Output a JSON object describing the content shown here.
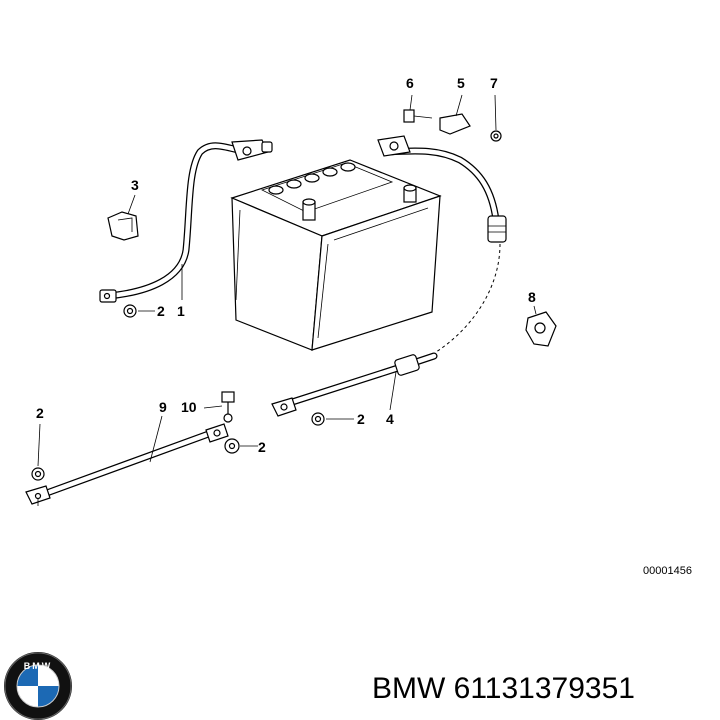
{
  "diagram": {
    "callouts": [
      "1",
      "2",
      "3",
      "4",
      "5",
      "6",
      "7",
      "8",
      "9",
      "10"
    ],
    "drawing_code": "00001456"
  },
  "footer": {
    "brand_text": "BMW",
    "logo_letters": "BMW",
    "part_number_text": "BMW 61131379351"
  },
  "colors": {
    "logo_blue": "#1c69b4",
    "logo_ring": "#111111",
    "line": "#000000"
  }
}
